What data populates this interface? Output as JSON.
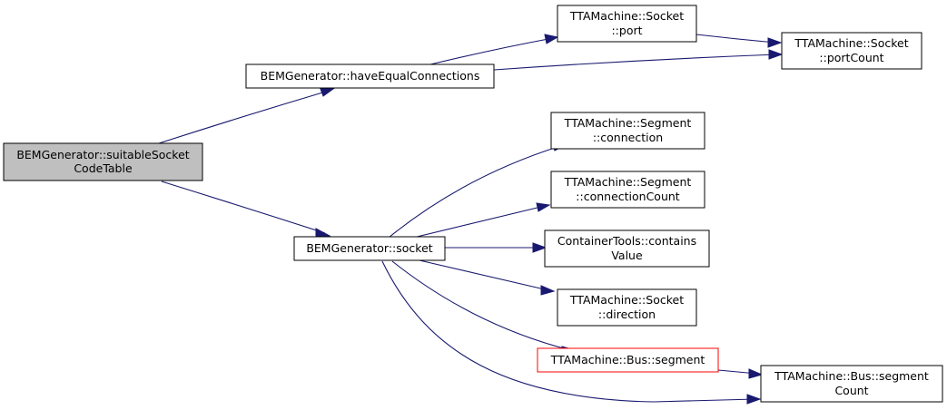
{
  "colors": {
    "edge": "#191970",
    "node_fill": "#ffffff",
    "node_border": "#000000",
    "root_fill": "#bfbfbf",
    "root_border": "#000000",
    "highlight_border": "#ff0000"
  },
  "nodes": {
    "root": {
      "line1": "BEMGenerator::suitableSocket",
      "line2": "CodeTable"
    },
    "have_equal": {
      "line1": "BEMGenerator::haveEqualConnections"
    },
    "socket": {
      "line1": "BEMGenerator::socket"
    },
    "socket_port": {
      "line1": "TTAMachine::Socket",
      "line2": "::port"
    },
    "socket_portcount": {
      "line1": "TTAMachine::Socket",
      "line2": "::portCount"
    },
    "segment_connection": {
      "line1": "TTAMachine::Segment",
      "line2": "::connection"
    },
    "segment_connectioncount": {
      "line1": "TTAMachine::Segment",
      "line2": "::connectionCount"
    },
    "containertools_containsvalue": {
      "line1": "ContainerTools::contains",
      "line2": "Value"
    },
    "socket_direction": {
      "line1": "TTAMachine::Socket",
      "line2": "::direction"
    },
    "bus_segment": {
      "line1": "TTAMachine::Bus::segment"
    },
    "bus_segmentcount": {
      "line1": "TTAMachine::Bus::segment",
      "line2": "Count"
    }
  }
}
